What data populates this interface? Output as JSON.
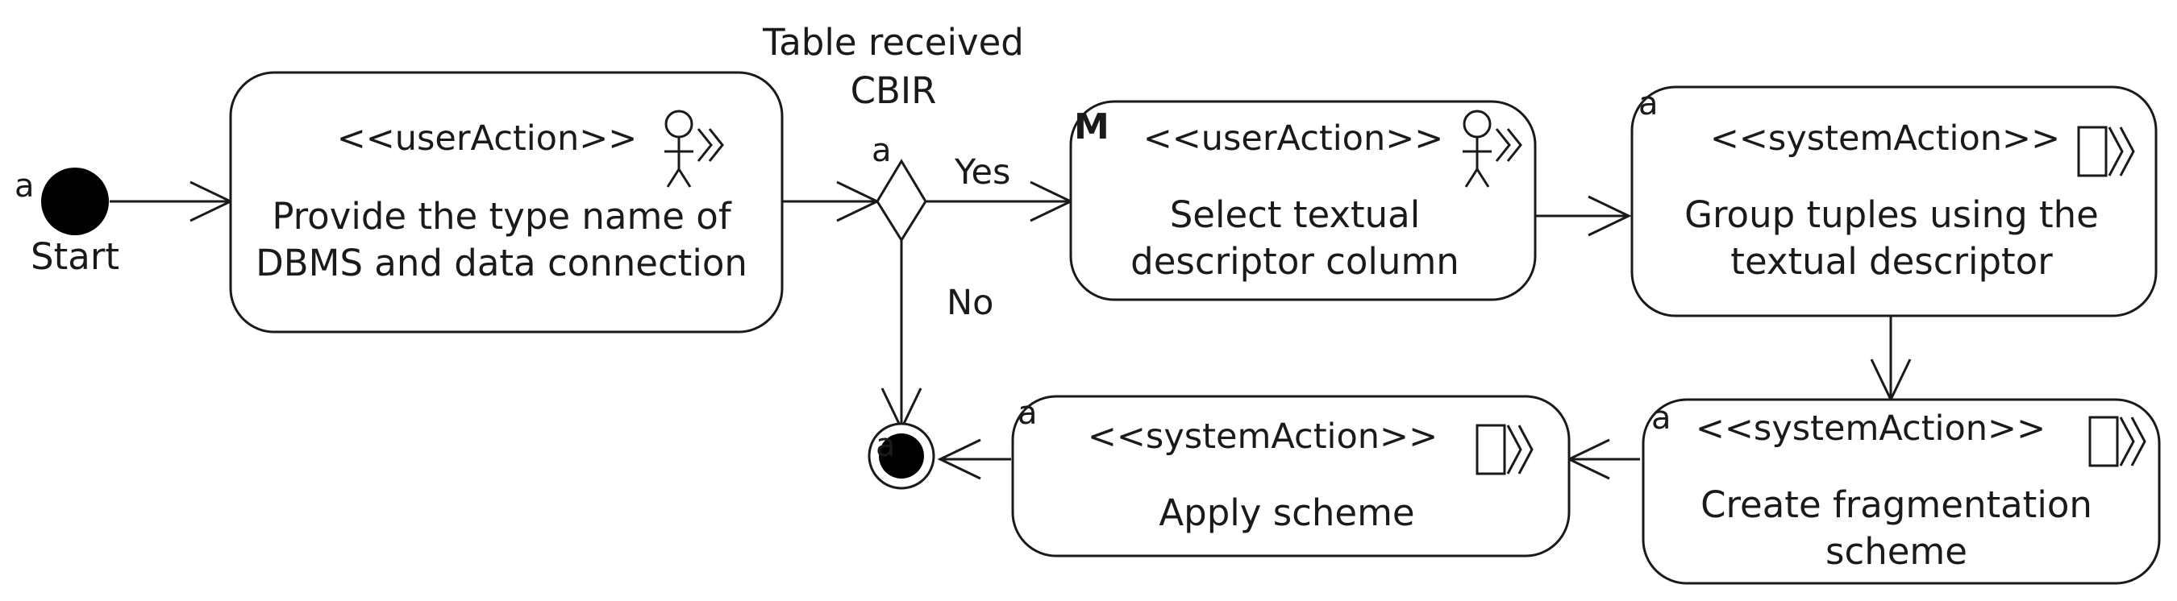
{
  "start": {
    "label": "Start",
    "marker": "a"
  },
  "end": {
    "marker": "a"
  },
  "decision": {
    "marker": "a",
    "title_line1": "Table received",
    "title_line2": "CBIR",
    "yes_label": "Yes",
    "no_label": "No"
  },
  "actions": [
    {
      "id": "provide",
      "marker": "",
      "stereotype": "<<userAction>>",
      "icon": "user-icon",
      "line1": "Provide the type name of",
      "line2": "DBMS and data connection"
    },
    {
      "id": "select",
      "marker": "M",
      "stereotype": "<<userAction>>",
      "icon": "user-icon",
      "line1": "Select textual",
      "line2": "descriptor column"
    },
    {
      "id": "group",
      "marker": "a",
      "stereotype": "<<systemAction>>",
      "icon": "system-icon",
      "line1": "Group tuples using the",
      "line2": "textual descriptor"
    },
    {
      "id": "create",
      "marker": "a",
      "stereotype": "<<systemAction>>",
      "icon": "system-icon",
      "line1": "Create fragmentation",
      "line2": "scheme"
    },
    {
      "id": "apply",
      "marker": "a",
      "stereotype": "<<systemAction>>",
      "icon": "system-icon",
      "line1": "Apply scheme",
      "line2": ""
    }
  ]
}
